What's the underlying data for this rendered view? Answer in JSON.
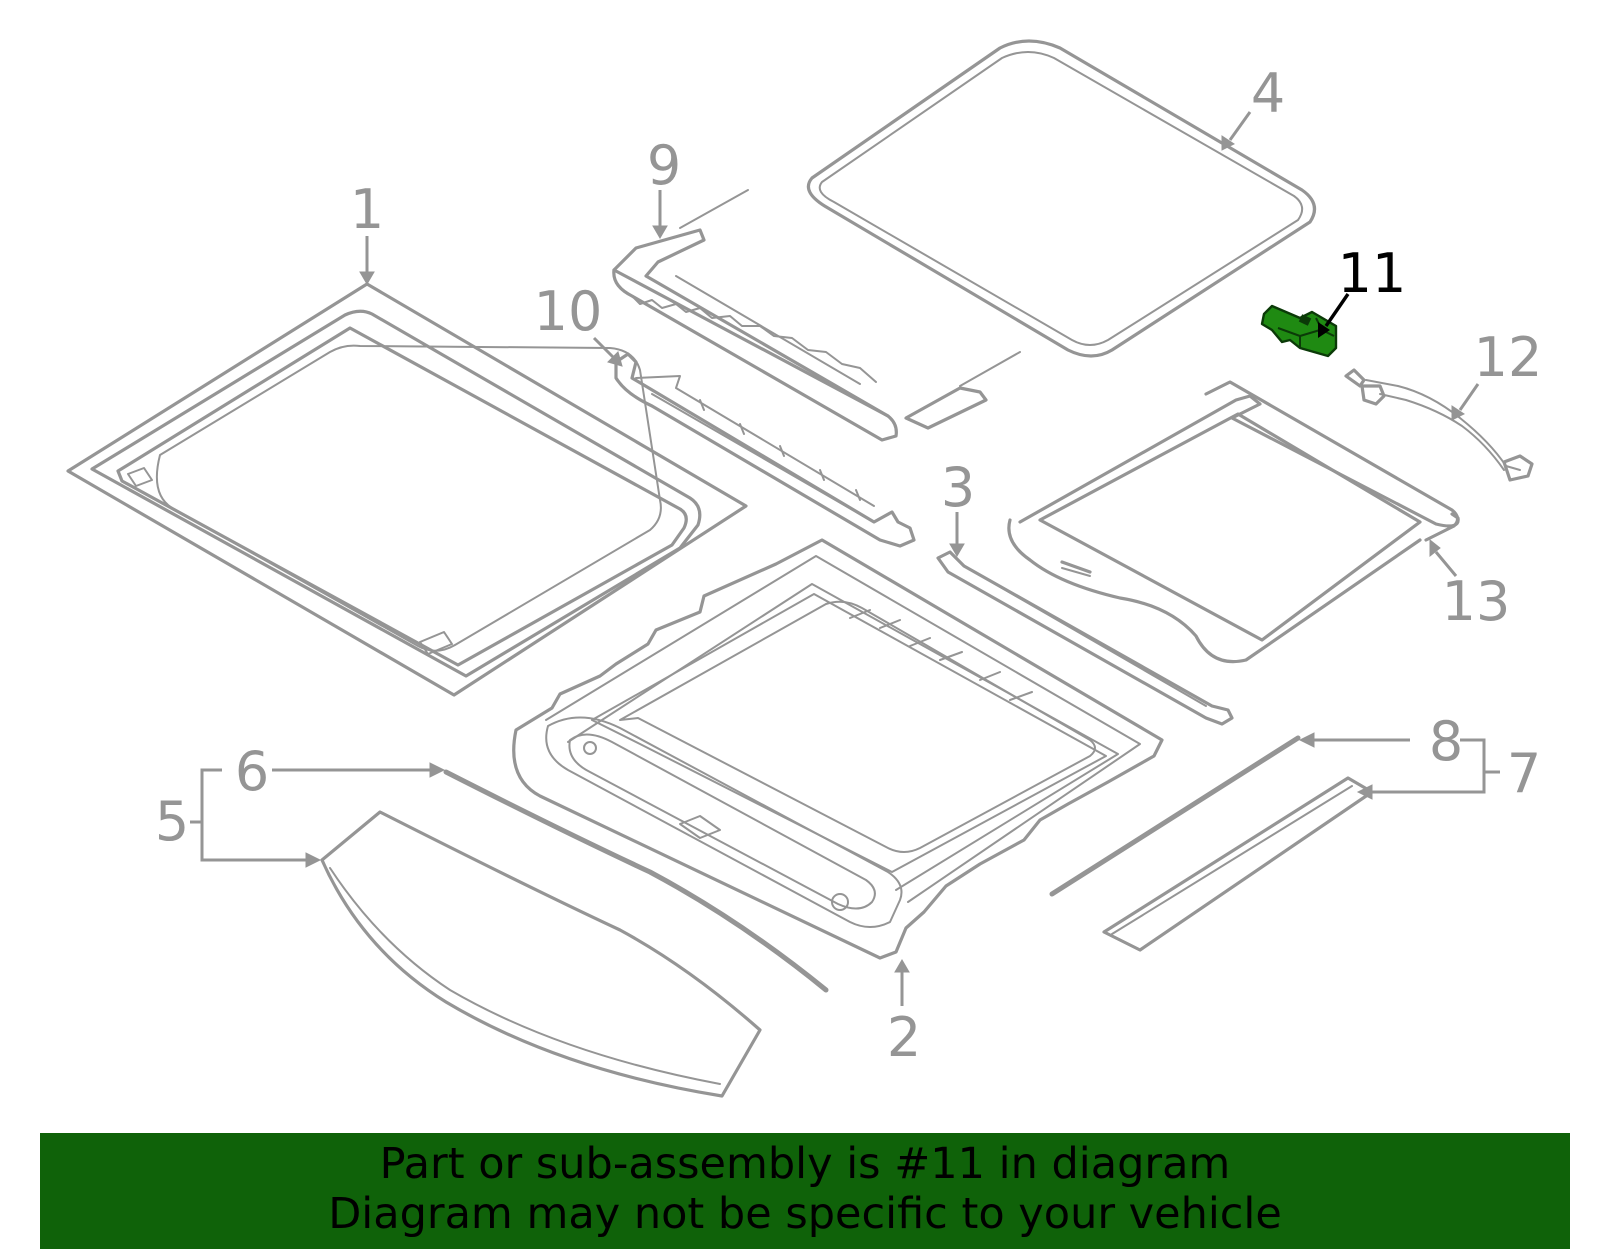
{
  "diagram": {
    "callouts": [
      {
        "id": "1",
        "label": "1"
      },
      {
        "id": "2",
        "label": "2"
      },
      {
        "id": "3",
        "label": "3"
      },
      {
        "id": "4",
        "label": "4"
      },
      {
        "id": "5",
        "label": "5"
      },
      {
        "id": "6",
        "label": "6"
      },
      {
        "id": "7",
        "label": "7"
      },
      {
        "id": "8",
        "label": "8"
      },
      {
        "id": "9",
        "label": "9"
      },
      {
        "id": "10",
        "label": "10"
      },
      {
        "id": "11",
        "label": "11"
      },
      {
        "id": "12",
        "label": "12"
      },
      {
        "id": "13",
        "label": "13"
      }
    ],
    "highlighted_part": "11",
    "colors": {
      "line": "#959595",
      "highlight_part": "#1f8a12",
      "banner": "#0f6209",
      "highlight_label": "#000000"
    }
  },
  "banner": {
    "line1": "Part or sub-assembly is #11 in diagram",
    "line2": "Diagram may not be specific to your vehicle"
  }
}
